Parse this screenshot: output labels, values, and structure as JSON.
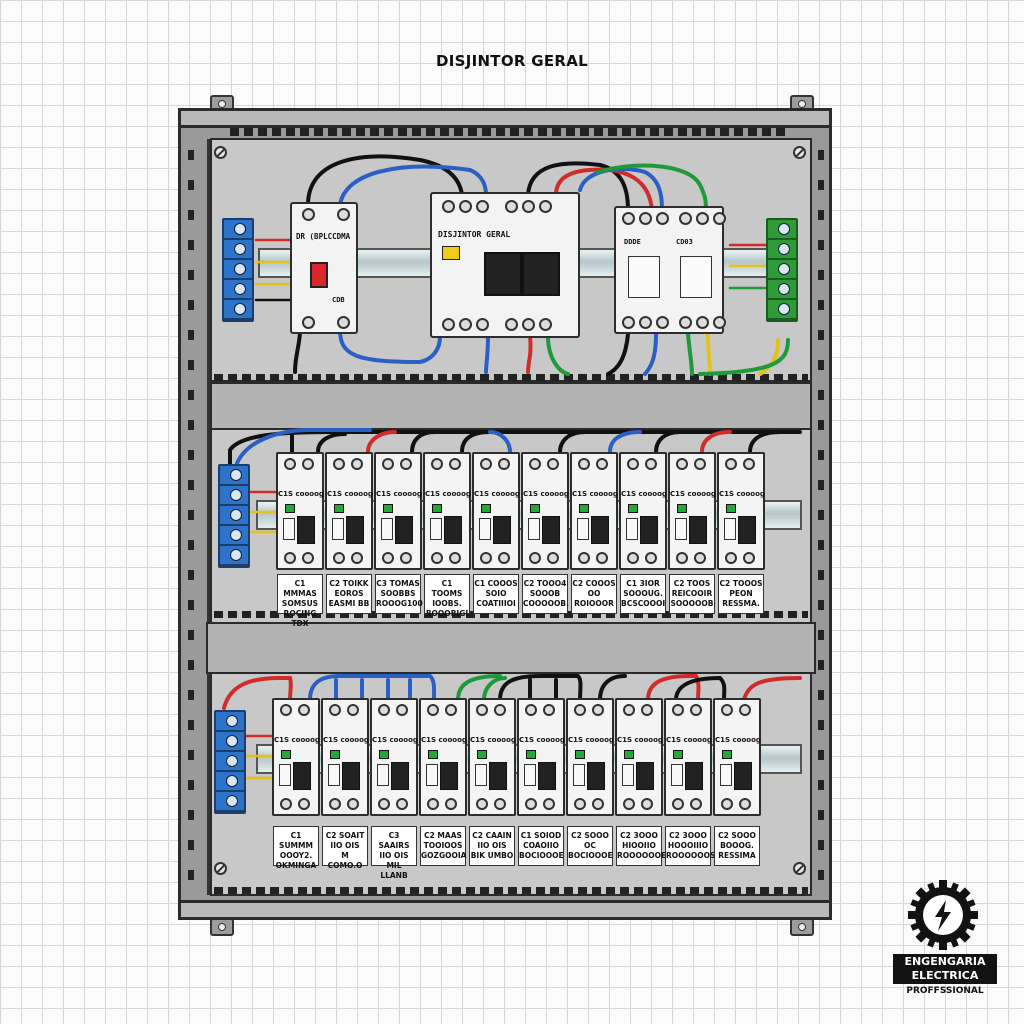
{
  "title": "DISJINTOR GERAL",
  "colors": {
    "neutral": "#2a5fc4",
    "phase_red": "#d22b2b",
    "phase_black": "#111111",
    "earth_green": "#1f9a3b",
    "yellow": "#e3c31a"
  },
  "top_row": {
    "dr": {
      "label": "DR (BPLCCDMA",
      "bottom_label": "CDB"
    },
    "main": {
      "label": "DISJINTOR GERAL"
    },
    "sub": {
      "label_left": "DDDE",
      "label_right": "CD03"
    }
  },
  "middle_row": {
    "breaker_label": "C1S coooog",
    "cards": [
      "C1 MMMAS\nSOMSUS\nROCING TDX",
      "C2 TOIKK\nEOROS\nEASMI BB",
      "C3 TOMAS\nSOOBBS\nROOOG100",
      "C1 TOOMS\nIOOBS.\nBOOOBIGI",
      "C1 COOOS\nSOIO\nCOATIIIOI",
      "C2 TOOO4\nSOOOB\nCOOOOOB.",
      "C2 COOOS\nOO\nROIOOOR",
      "C1 3IOR\nSOOOUG.\nBCSCOOOI",
      "C2 TOOS\nREICOOIR\nSOOOOOB",
      "C2 TOOOS\nPEON\nRESSMA."
    ]
  },
  "bottom_row": {
    "breaker_label": "C1S coooog",
    "cards": [
      "C1 SUMMM\nOOOY2.\nOKMINGA",
      "C2 SOAIT\nIIO OIS\nM COMO.O",
      "C3 SAAIRS\nIIO OIS\nMIL LLANB",
      "C2 MAAS\nTOOIOOS\nGOZGOOIA",
      "C2 CAAIN\nIIO OIS\nBIK UMBO",
      "C1 SOIOD\nCOAOIIO\nBOCIOOOE",
      "C2 SOOO\nOC\nBOCIOOOE",
      "C2 3OOO\nHIOOIIO\nROOOOOOE",
      "C2 3OOO\nHOOOIIIO\nROOOOOOS",
      "C2 SOOO\nBOOOG.\nRESSIMA"
    ]
  },
  "logo": {
    "line1": "ENGENGARIA",
    "line2": "ELECTRICA",
    "subtitle": "PROFFSSIONAL",
    "icon": "lightning-bolt-icon"
  }
}
